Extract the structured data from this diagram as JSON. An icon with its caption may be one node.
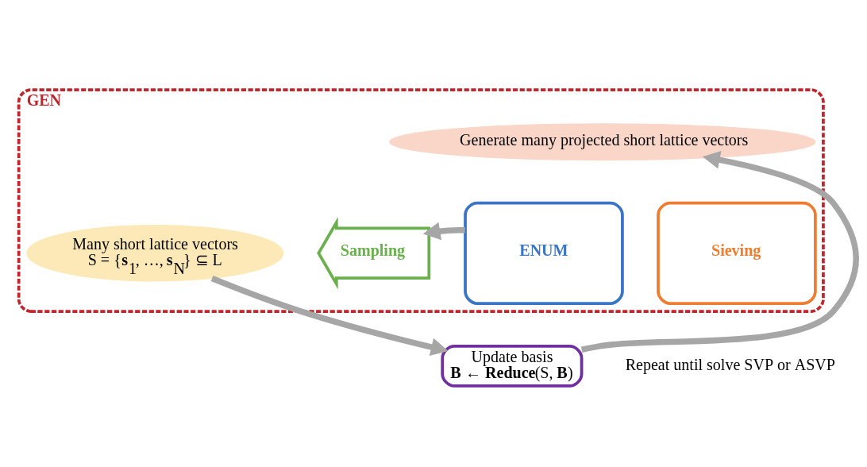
{
  "diagram": {
    "nodes": [
      {
        "text": [
          "GEN"
        ]
      },
      {
        "text": [
          "Many short lattice vectors",
          "S = {**s**$_{1}$, …, **s**$_{N}$} ⊆ L"
        ],
        "in": 0
      },
      {
        "text": [
          "Sampling"
        ],
        "in": 0
      },
      {
        "text": [
          "Generate many projected short lattice vectors"
        ],
        "in": 0
      },
      {
        "text": [
          "ENUM"
        ],
        "in": 0
      },
      {
        "text": [
          "Sieving"
        ],
        "in": 0
      },
      {
        "text": [
          "Update basis",
          "**B** ← **Reduce**(S, **B**)"
        ]
      }
    ],
    "edges": [
      {
        "from": 4,
        "to": 2,
        "arrow": "to"
      },
      {
        "from": 1,
        "to": 6,
        "arrow": "to"
      },
      {
        "from": 6,
        "to": 3,
        "arrow": "to"
      }
    ],
    "labels": [
      "Repeat until solve SVP or ASVP"
    ]
  }
}
